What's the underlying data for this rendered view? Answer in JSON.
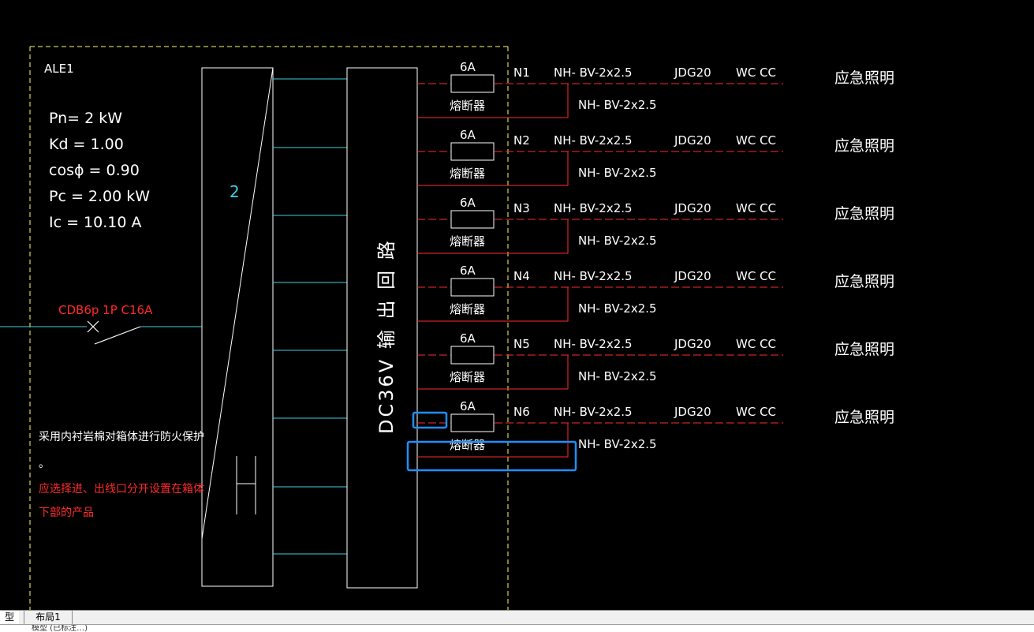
{
  "colors": {
    "background": "#000000",
    "white": "#ffffff",
    "cyan": "#3fd0e0",
    "red": "#ff2a2a",
    "yellow": "#ffff66",
    "selection": "#1e90ff"
  },
  "panel": {
    "name": "ALE1",
    "params": [
      "Pn= 2  kW",
      "Kd  = 1.00",
      "cosϕ  = 0.90",
      "Pc  = 2.00  kW",
      "Ic  =  10.10  A"
    ]
  },
  "breaker": {
    "label": "CDB6p 1P C16A",
    "icon": "breaker-switch-icon"
  },
  "busbar": {
    "label": "2"
  },
  "output_box": {
    "label": "DC36V  输 出 回 路",
    "label_vertical": [
      "DC36V",
      "输",
      "出",
      "回",
      "路"
    ]
  },
  "notes": {
    "white": [
      "采用内衬岩棉对箱体进行防火保护",
      "。"
    ],
    "red": [
      "应选择进、出线口分开设置在箱体",
      "下部的产品"
    ]
  },
  "circuits": [
    {
      "fuse_rating": "6A",
      "fuse_label": "熔断器",
      "id": "N1",
      "cable": "NH- BV-2x2.5",
      "conduit": "JDG20",
      "laying": "WC CC",
      "cable2": "NH- BV-2x2.5",
      "load": "应急照明"
    },
    {
      "fuse_rating": "6A",
      "fuse_label": "熔断器",
      "id": "N2",
      "cable": "NH- BV-2x2.5",
      "conduit": "JDG20",
      "laying": "WC CC",
      "cable2": "NH- BV-2x2.5",
      "load": "应急照明"
    },
    {
      "fuse_rating": "6A",
      "fuse_label": "熔断器",
      "id": "N3",
      "cable": "NH- BV-2x2.5",
      "conduit": "JDG20",
      "laying": "WC CC",
      "cable2": "NH- BV-2x2.5",
      "load": "应急照明"
    },
    {
      "fuse_rating": "6A",
      "fuse_label": "熔断器",
      "id": "N4",
      "cable": "NH- BV-2x2.5",
      "conduit": "JDG20",
      "laying": "WC CC",
      "cable2": "NH- BV-2x2.5",
      "load": "应急照明"
    },
    {
      "fuse_rating": "6A",
      "fuse_label": "熔断器",
      "id": "N5",
      "cable": "NH- BV-2x2.5",
      "conduit": "JDG20",
      "laying": "WC CC",
      "cable2": "NH- BV-2x2.5",
      "load": "应急照明"
    },
    {
      "fuse_rating": "6A",
      "fuse_label": "熔断器",
      "id": "N6",
      "cable": "NH- BV-2x2.5",
      "conduit": "JDG20",
      "laying": "WC CC",
      "cable2": "NH- BV-2x2.5",
      "load": "应急照明"
    }
  ],
  "tabs": {
    "model": "型",
    "layout1": "布局1"
  },
  "command_line": "模型 (已标注…)"
}
